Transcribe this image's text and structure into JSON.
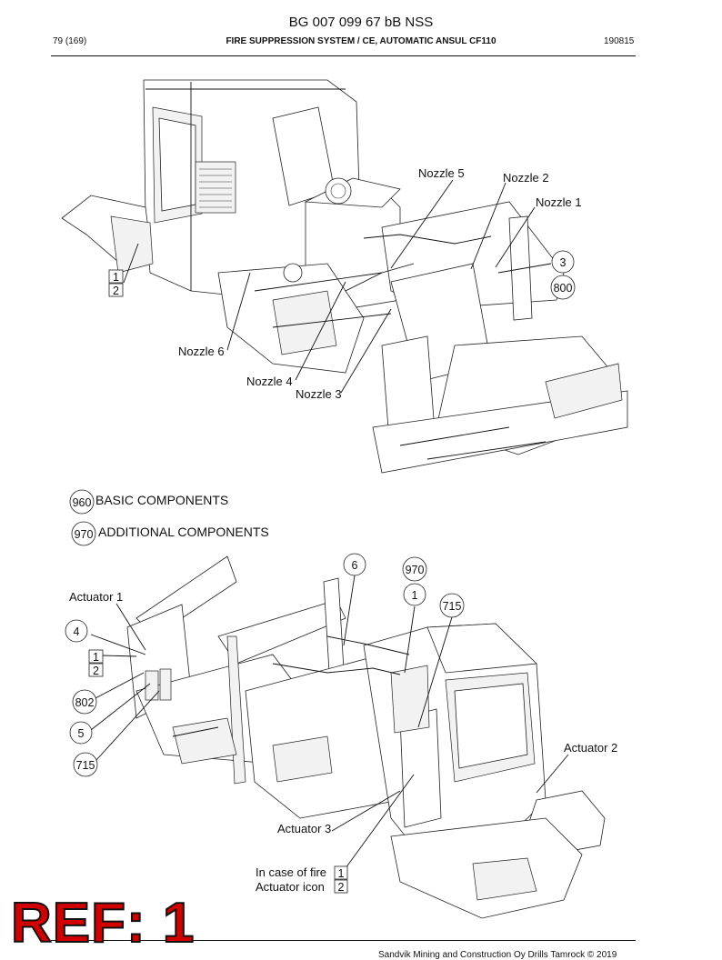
{
  "header": {
    "doc_title": "BG 007 099 67 bB NSS",
    "page_num": "79 (169)",
    "section_title": "FIRE SUPPRESSION SYSTEM / CE, AUTOMATIC ANSUL CF110",
    "date": "190815"
  },
  "legend": {
    "basic_code": "960",
    "basic_label": "BASIC COMPONENTS",
    "additional_code": "970",
    "additional_label": "ADDITIONAL COMPONENTS"
  },
  "top_view": {
    "nozzle_1": "Nozzle 1",
    "nozzle_2": "Nozzle 2",
    "nozzle_3": "Nozzle 3",
    "nozzle_4": "Nozzle 4",
    "nozzle_5": "Nozzle 5",
    "nozzle_6": "Nozzle 6",
    "callout_3": "3",
    "callout_800": "800",
    "box_1": "1",
    "box_2": "2"
  },
  "bottom_view": {
    "actuator_1": "Actuator 1",
    "actuator_2": "Actuator 2",
    "actuator_3": "Actuator 3",
    "callout_6": "6",
    "callout_970": "970",
    "callout_1": "1",
    "callout_715_top": "715",
    "callout_4": "4",
    "callout_802": "802",
    "callout_5": "5",
    "callout_715_left": "715",
    "box_1": "1",
    "box_2": "2",
    "key_in_case_of_fire": "In case of fire",
    "key_actuator_icon": "Actuator icon",
    "key_box_1": "1",
    "key_box_2": "2"
  },
  "footer": {
    "copyright": "Sandvik Mining and Construction Oy Drills Tamrock © 2019",
    "stamp": "REF: 1"
  }
}
